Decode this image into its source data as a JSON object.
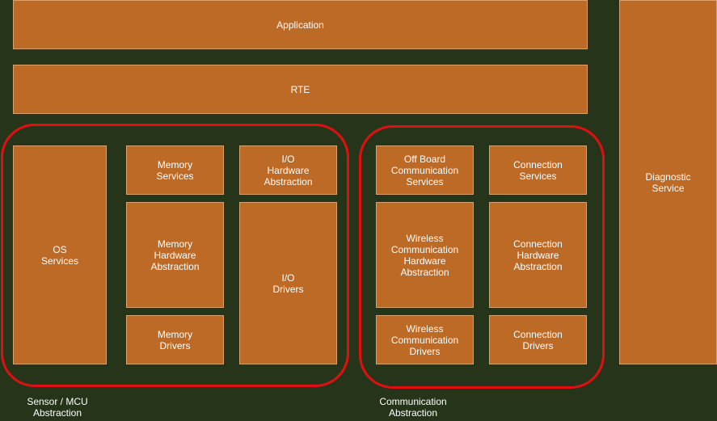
{
  "layers": {
    "application": "Application",
    "rte": "RTE",
    "diagnostic": "Diagnostic\nService"
  },
  "sensor_mcu": {
    "caption": "Sensor / MCU\nAbstraction",
    "os_services": "OS\nServices",
    "memory_services": "Memory\nServices",
    "memory_hw_abstraction": "Memory\nHardware\nAbstraction",
    "memory_drivers": "Memory\nDrivers",
    "io_hw_abstraction": "I/O\nHardware\nAbstraction",
    "io_drivers": "I/O\nDrivers"
  },
  "communication": {
    "caption": "Communication\nAbstraction",
    "offboard_services": "Off Board\nCommunication\nServices",
    "wireless_hw_abstraction": "Wireless\nCommunication\nHardware\nAbstraction",
    "wireless_drivers": "Wireless\nCommunication\nDrivers",
    "connection_services": "Connection\nServices",
    "connection_hw_abstraction": "Connection\nHardware\nAbstraction",
    "connection_drivers": "Connection\nDrivers"
  },
  "colors": {
    "background": "#263519",
    "box_fill": "#bd6a27",
    "box_border": "#d9a070",
    "group_outline": "#e01010",
    "text": "#ffffff"
  }
}
